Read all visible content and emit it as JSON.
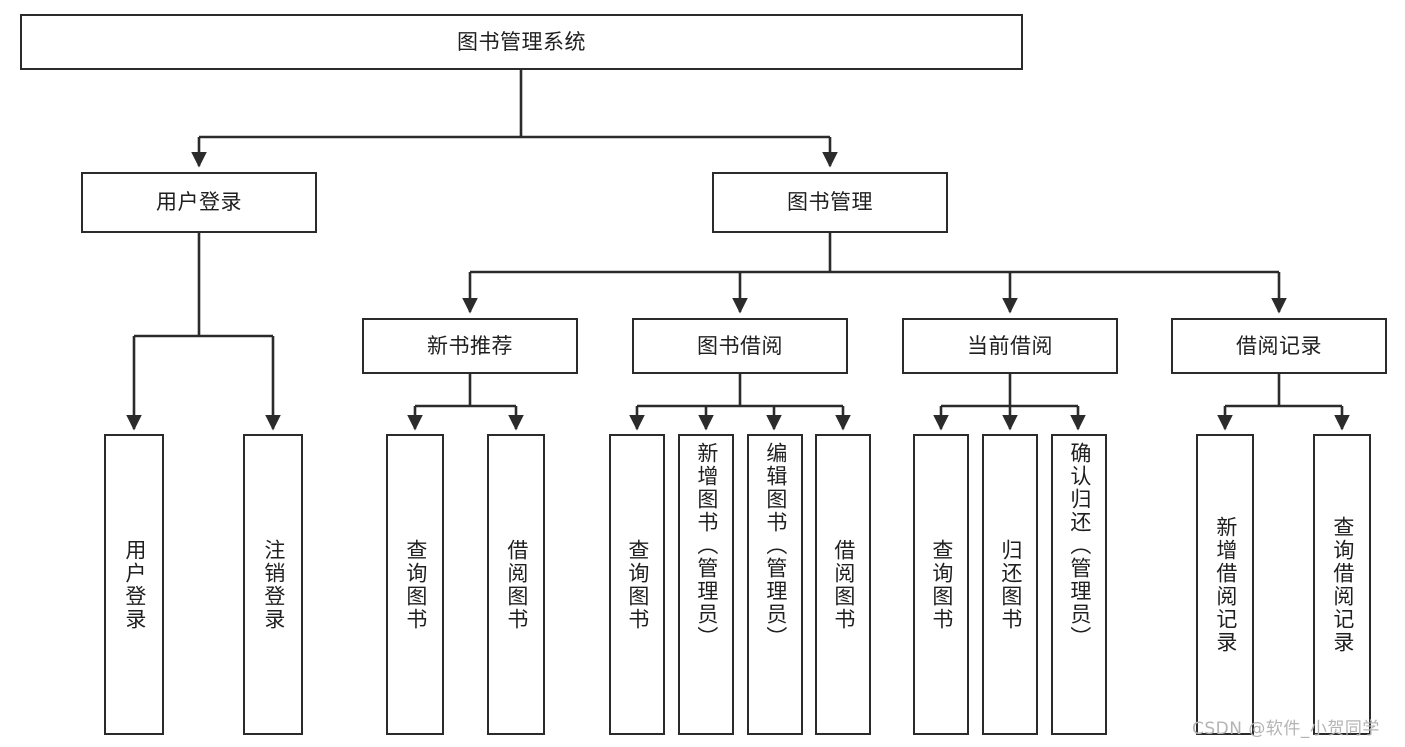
{
  "diagram": {
    "title": "图书管理系统",
    "type": "tree-hierarchy-diagram",
    "root": {
      "label": "图书管理系统"
    },
    "level1": [
      {
        "label": "用户登录"
      },
      {
        "label": "图书管理"
      }
    ],
    "level2": [
      {
        "label": "新书推荐"
      },
      {
        "label": "图书借阅"
      },
      {
        "label": "当前借阅"
      },
      {
        "label": "借阅记录"
      }
    ],
    "leaves": {
      "user_login": [
        {
          "label": "用户登录"
        },
        {
          "label": "注销登录"
        }
      ],
      "new_book": [
        {
          "label": "查询图书"
        },
        {
          "label": "借阅图书"
        }
      ],
      "book_borrow": [
        {
          "label": "查询图书"
        },
        {
          "label": "新增图书（管理员）"
        },
        {
          "label": "编辑图书（管理员）"
        },
        {
          "label": "借阅图书"
        }
      ],
      "current_borrow": [
        {
          "label": "查询图书"
        },
        {
          "label": "归还图书"
        },
        {
          "label": "确认归还（管理员）"
        }
      ],
      "borrow_record": [
        {
          "label": "新增借阅记录"
        },
        {
          "label": "查询借阅记录"
        }
      ]
    }
  },
  "watermark": {
    "text": "CSDN @软件_小贺同学"
  },
  "colors": {
    "stroke": "#2b2b2b",
    "background": "#ffffff",
    "text": "#1f1f1f",
    "watermark": "#b4b4b4"
  }
}
